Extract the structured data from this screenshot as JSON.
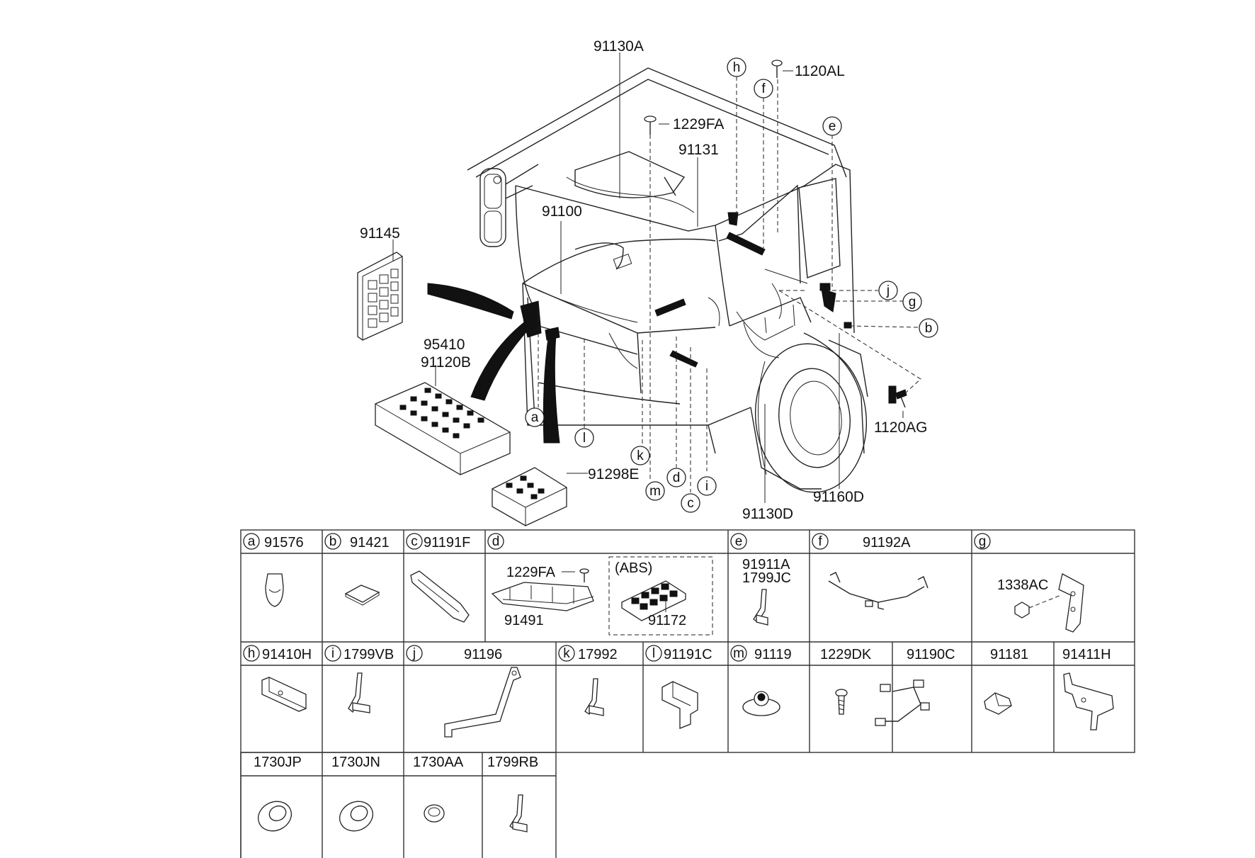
{
  "main_labels": {
    "l_91130A": "91130A",
    "l_1120AL": "1120AL",
    "l_1229FA": "1229FA",
    "l_91131": "91131",
    "l_91100": "91100",
    "l_91145": "91145",
    "l_95410": "95410",
    "l_91120B": "91120B",
    "l_91298E": "91298E",
    "l_91130D": "91130D",
    "l_91160D": "91160D",
    "l_1120AG": "1120AG"
  },
  "main_callouts": {
    "h": "h",
    "f": "f",
    "e": "e",
    "j": "j",
    "g": "g",
    "b": "b",
    "a": "a",
    "l": "l",
    "k": "k",
    "m": "m",
    "d": "d",
    "c": "c",
    "i": "i"
  },
  "table": {
    "row1": [
      {
        "letter": "a",
        "part": "91576"
      },
      {
        "letter": "b",
        "part": "91421"
      },
      {
        "letter": "c",
        "part": "91191F"
      },
      {
        "letter": "d",
        "part": ""
      },
      {
        "letter": "e",
        "part": ""
      },
      {
        "letter": "f",
        "part": "91192A"
      },
      {
        "letter": "g",
        "part": ""
      }
    ],
    "d_cell": {
      "bolt": "1229FA",
      "bracket": "91491",
      "abs": "(ABS)",
      "abs_part": "91172"
    },
    "e_cell": {
      "part1": "91911A",
      "part2": "1799JC"
    },
    "g_cell": {
      "nut": "1338AC"
    },
    "row2": [
      {
        "letter": "h",
        "part": "91410H"
      },
      {
        "letter": "i",
        "part": "1799VB"
      },
      {
        "letter": "j",
        "part": "91196"
      },
      {
        "letter": "k",
        "part": "17992"
      },
      {
        "letter": "l",
        "part": "91191C"
      },
      {
        "letter": "m",
        "part": "91119"
      },
      {
        "letter": "",
        "part": "1229DK"
      },
      {
        "letter": "",
        "part": "91190C"
      },
      {
        "letter": "",
        "part": "91181"
      },
      {
        "letter": "",
        "part": "91411H"
      }
    ],
    "row3": [
      {
        "part": "1730JP"
      },
      {
        "part": "1730JN"
      },
      {
        "part": "1730AA"
      },
      {
        "part": "1799RB"
      }
    ]
  }
}
